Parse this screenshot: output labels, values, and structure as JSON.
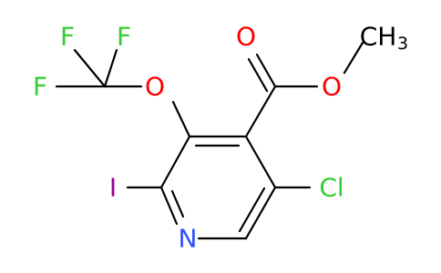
{
  "atoms": {
    "F1": {
      "label": "F",
      "color": "#33cc33"
    },
    "F2": {
      "label": "F",
      "color": "#33cc33"
    },
    "F3": {
      "label": "F",
      "color": "#33cc33"
    },
    "O_ether": {
      "label": "O",
      "color": "#ff0000"
    },
    "O_carbonyl": {
      "label": "O",
      "color": "#ff0000"
    },
    "O_ester": {
      "label": "O",
      "color": "#ff0000"
    },
    "CH3": {
      "label": "CH",
      "subscript": "3",
      "color": "#000000"
    },
    "I": {
      "label": "I",
      "color": "#940094"
    },
    "N": {
      "label": "N",
      "color": "#3050f8"
    },
    "Cl": {
      "label": "Cl",
      "color": "#33cc33"
    }
  }
}
